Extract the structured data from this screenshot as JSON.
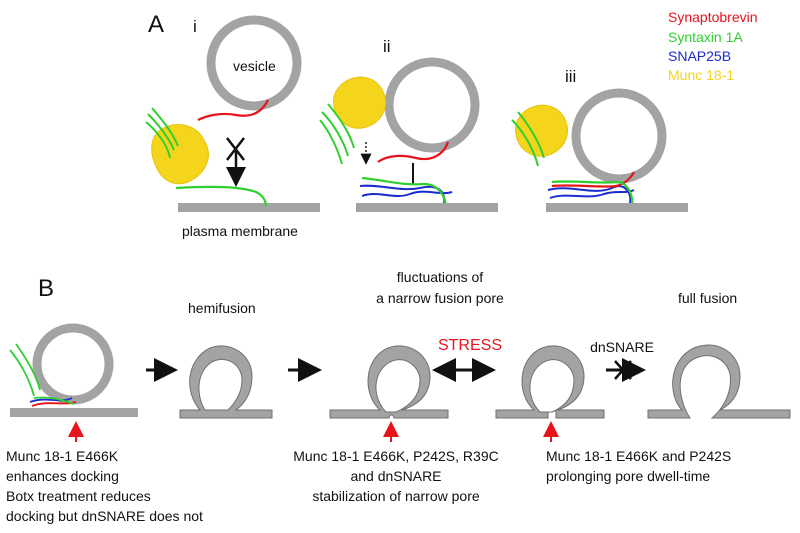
{
  "panel_a": {
    "label": "A",
    "steps": [
      "i",
      "ii",
      "iii"
    ],
    "vesicle_label": "vesicle",
    "membrane_label": "plasma membrane"
  },
  "legend": [
    {
      "name": "Synaptobrevin",
      "color": "#e8141b"
    },
    {
      "name": "Syntaxin 1A",
      "color": "#2fcf2f"
    },
    {
      "name": "SNAP25B",
      "color": "#1a2bd0"
    },
    {
      "name": "Munc 18-1",
      "color": "#f5d51b"
    }
  ],
  "panel_b": {
    "label": "B",
    "stage_titles": {
      "hemifusion": "hemifusion",
      "pore_line1": "fluctuations of",
      "pore_line2": "a narrow fusion pore",
      "full": "full fusion"
    },
    "stress": "STRESS",
    "dnsnare": "dnSNARE",
    "notes": {
      "left": [
        "Munc 18-1 E466K",
        "enhances docking",
        "Botx treatment reduces",
        "docking but dnSNARE does not"
      ],
      "middle": [
        "Munc 18-1 E466K, P242S, R39C",
        "and dnSNARE",
        "stabilization of narrow pore"
      ],
      "right": [
        "Munc 18-1 E466K and P242S",
        "prolonging pore dwell-time"
      ]
    }
  },
  "colors": {
    "membrane": "#a3a3a3",
    "membrane_edge": "#6f6f6f",
    "stress": "#e8141b",
    "marker": "#e8141b"
  }
}
